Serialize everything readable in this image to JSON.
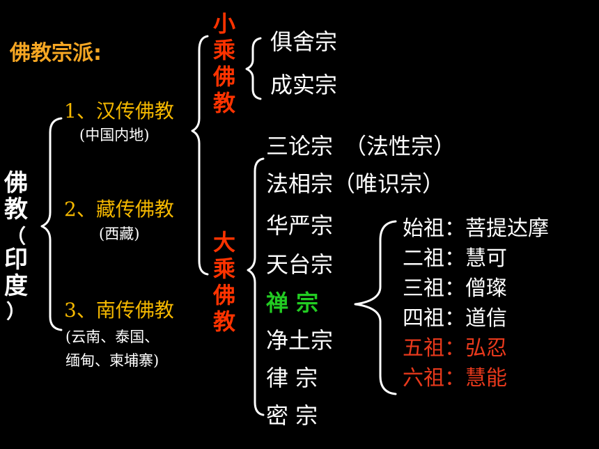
{
  "title": "佛教宗派:",
  "root": {
    "chars": [
      "佛",
      "教",
      "（",
      "印",
      "度",
      "）"
    ]
  },
  "branches": [
    {
      "label": "1、汉传佛教",
      "note": "(中国内地)"
    },
    {
      "label": "2、藏传佛教",
      "note": "(西藏)"
    },
    {
      "label": "3、南传佛教",
      "note_line1": "(云南、泰国、",
      "note_line2": "缅甸、柬埔寨)"
    }
  ],
  "small_vehicle": {
    "chars": [
      "小",
      "乘",
      "佛",
      "教"
    ],
    "schools": [
      "俱舍宗",
      "成实宗"
    ]
  },
  "great_vehicle": {
    "chars": [
      "大",
      "乘",
      "佛",
      "教"
    ],
    "schools": [
      "三论宗　（法性宗）",
      "法相宗（唯识宗）",
      "华严宗",
      "天台宗",
      "禅 宗",
      "净土宗",
      "律 宗",
      "密 宗"
    ]
  },
  "patriarchs": [
    "始祖：菩提达摩",
    "二祖：慧可",
    "三祖：僧璨",
    "四祖：道信",
    "五祖：弘忍",
    "六祖：慧能"
  ],
  "colors": {
    "title": "#f5a623",
    "branch": "#f5b800",
    "vehicle": "#ff3300",
    "chan": "#22cc22",
    "highlight_patriarch": "#e8391c",
    "text": "#ffffff"
  }
}
